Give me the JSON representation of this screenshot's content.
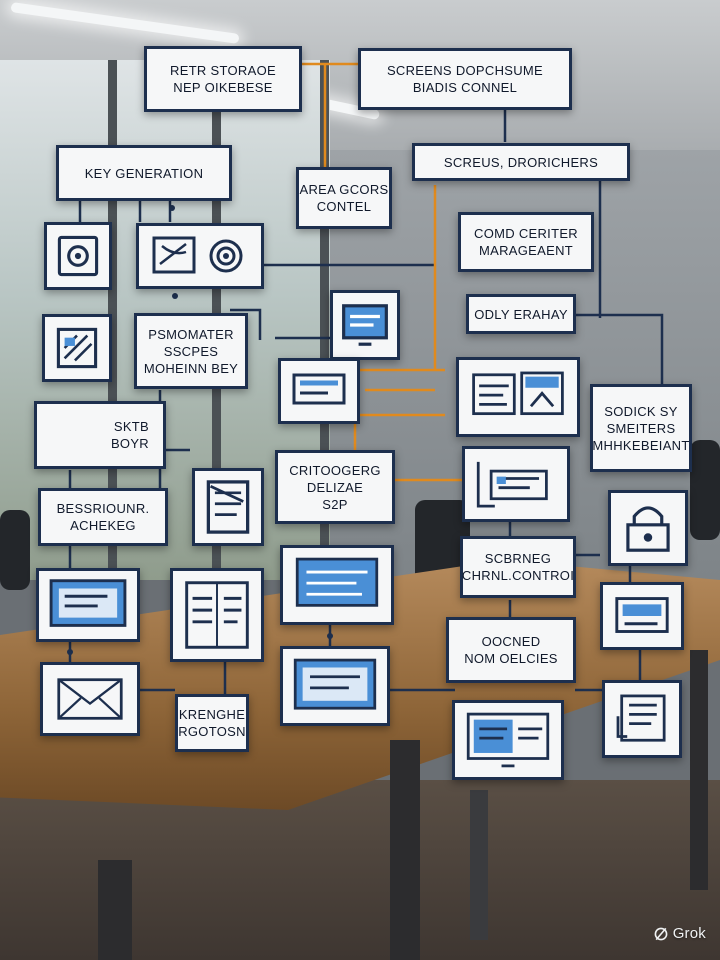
{
  "labels": {
    "storage": [
      "RETR  STORAOE",
      "NEP  OIKEBESE"
    ],
    "screens": [
      "SCREENS  DOPCHSUME",
      "BIADIS  CONNEL"
    ],
    "keygen": [
      "KEY GENERATION"
    ],
    "screus": [
      "SCREUS,  DRORICHERS"
    ],
    "area": [
      "AREA GCORS",
      "CONTEL"
    ],
    "comd": [
      "COMD  CERITER",
      "MARAGEAENT"
    ],
    "odly": [
      "ODLY ERAHAY"
    ],
    "param": [
      "PSMOMATER",
      "SSCPES",
      "MOHEINN  BEY"
    ],
    "sodick": [
      "SODICK  SY",
      "SMEITERS",
      "MHHKEBEIANT"
    ],
    "sktb": [
      "SKTB",
      "BOYR"
    ],
    "crito": [
      "CRITOOGERG",
      "DELIZAE",
      "S2P"
    ],
    "bess": [
      "BESSRIOUNR.",
      "ACHEKEG"
    ],
    "sbring": [
      "SCBRNEG",
      "CHRNL.CONTROI"
    ],
    "ooc": [
      "OOCNED",
      "NOM  OELCIES"
    ],
    "kren": [
      "KRENGHE",
      "RGOTOSN"
    ]
  },
  "watermark": {
    "text": "Grok"
  },
  "colors": {
    "card_border": "#1d2f4e",
    "wire_orange": "#e08a1e",
    "wire_navy": "#1d2f4e",
    "screen_blue": "#4a8fd6"
  },
  "icons": [
    "safe-icon",
    "certificate-icon",
    "hardware-key-icon",
    "document-icon",
    "monitor-icon",
    "envelope-icon",
    "server-icon",
    "lock-icon",
    "printer-icon"
  ]
}
